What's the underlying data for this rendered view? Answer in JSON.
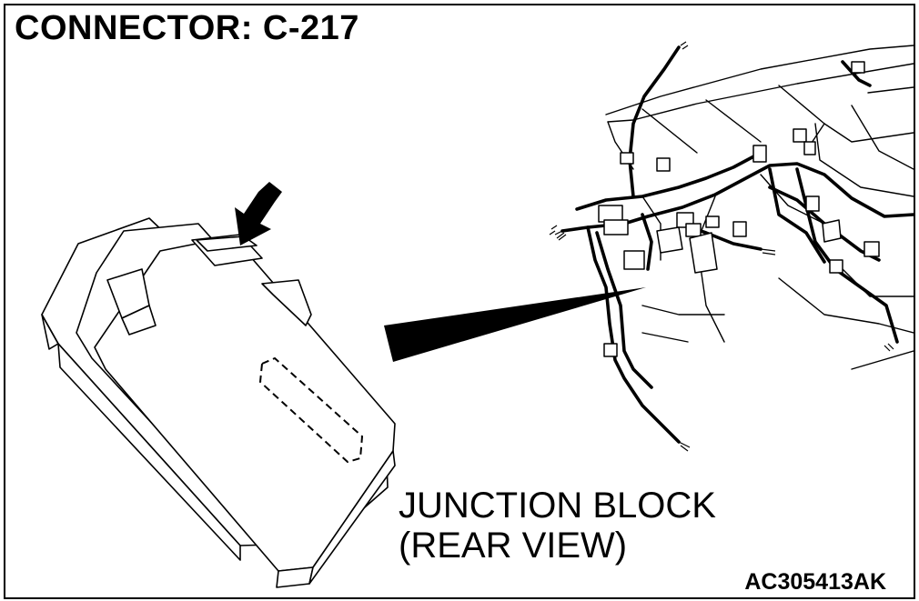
{
  "title": "CONNECTOR: C-217",
  "caption": {
    "line1": "JUNCTION BLOCK",
    "line2": "(REAR VIEW)"
  },
  "figure_id": "AC305413AK"
}
